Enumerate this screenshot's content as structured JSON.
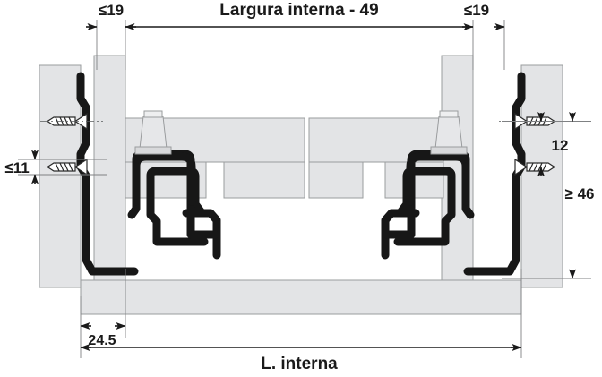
{
  "drawing": {
    "title": "Drawer slide mounting cross-section",
    "units": "mm",
    "colors": {
      "panel_fill": "#e3e4e6",
      "panel_stroke": "#9a9c9e",
      "profile": "#171717",
      "dim_line": "#1a1a1a",
      "thin_line": "#8d8f91",
      "text": "#1a1a1a",
      "background": "#ffffff"
    }
  },
  "dimensions": {
    "top_left_gap": "≤19",
    "top_center": "Largura interna - 49",
    "top_right_gap": "≤19",
    "left_vertical": "≤11",
    "right_vertical_upper": "12",
    "right_vertical_total": "≥ 46",
    "bottom_offset": "24.5",
    "bottom_overall": "L. interna"
  },
  "components": {
    "cabinet_side_panel_left": "cabinet-side-panel-left",
    "cabinet_side_panel_right": "cabinet-side-panel-right",
    "drawer_side_left": "drawer-side-panel-left",
    "drawer_side_right": "drawer-side-panel-right",
    "slide_profile_left": "slide-rail-profile-left",
    "slide_profile_right": "slide-rail-profile-right",
    "mounting_screw_left_upper": "mounting-screw",
    "mounting_screw_left_lower": "mounting-screw",
    "mounting_screw_right_upper": "mounting-screw",
    "mounting_screw_right_lower": "mounting-screw",
    "dowel_left": "locking-dowel",
    "dowel_right": "locking-dowel",
    "drawer_bottom_panel": "drawer-bottom-panel"
  }
}
